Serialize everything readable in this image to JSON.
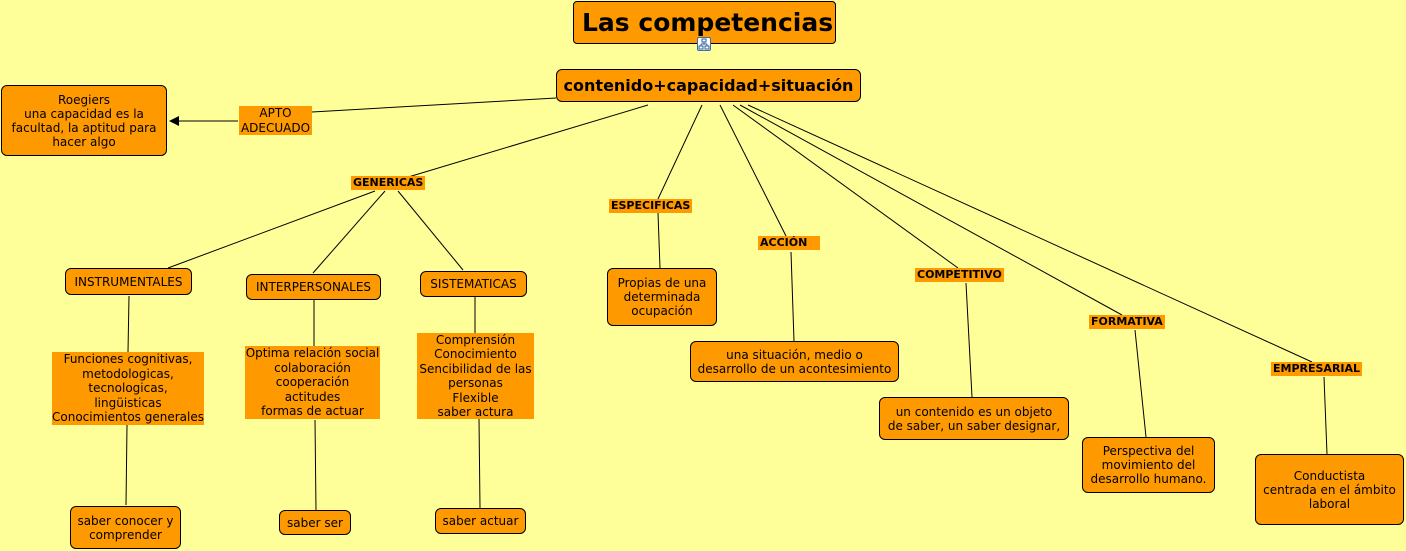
{
  "title": "Las competencias",
  "center": "contenido+capacidad+situación",
  "roegiers": "Roegiers\nuna capacidad es la\nfacultad, la aptitud para\nhacer algo",
  "apto": "APTO\nADECUADO",
  "categories": {
    "genericas": "GENERICAS",
    "especificas": "ESPECIFICAS",
    "accion": "ACCIÓN",
    "competitivo": "COMPETITIVO",
    "formativa": "FORMATIVA",
    "empresarial": "EMPRESARIAL"
  },
  "generic_types": {
    "instrumentales": "INSTRUMENTALES",
    "interpersonales": "INTERPERSONALES",
    "sistematicas": "SISTEMATICAS"
  },
  "details": {
    "instrumentales": "Funciones cognitivas,\nmetodologicas,\ntecnologicas,\nlingüisticas\nConocimientos generales",
    "interpersonales": "Optima relación social\ncolaboración\ncooperación\nactitudes\nformas de actuar",
    "sistematicas": "Comprensión\nConocimiento\nSencibilidad de las\npersonas\nFlexible\nsaber actura"
  },
  "outcomes": {
    "instrumentales": "saber conocer y\ncomprender",
    "interpersonales": "saber ser",
    "sistematicas": "saber actuar"
  },
  "descriptions": {
    "especificas": "Propias de una\ndeterminada\nocupación",
    "accion": "una situación, medio o\ndesarrollo de un acontesimiento",
    "competitivo": "un contenido es un objeto\nde saber, un saber designar,",
    "formativa": "Perspectiva del\nmovimiento del\ndesarrollo humano.",
    "empresarial": "Conductista\ncentrada en el ámbito\nlaboral"
  }
}
